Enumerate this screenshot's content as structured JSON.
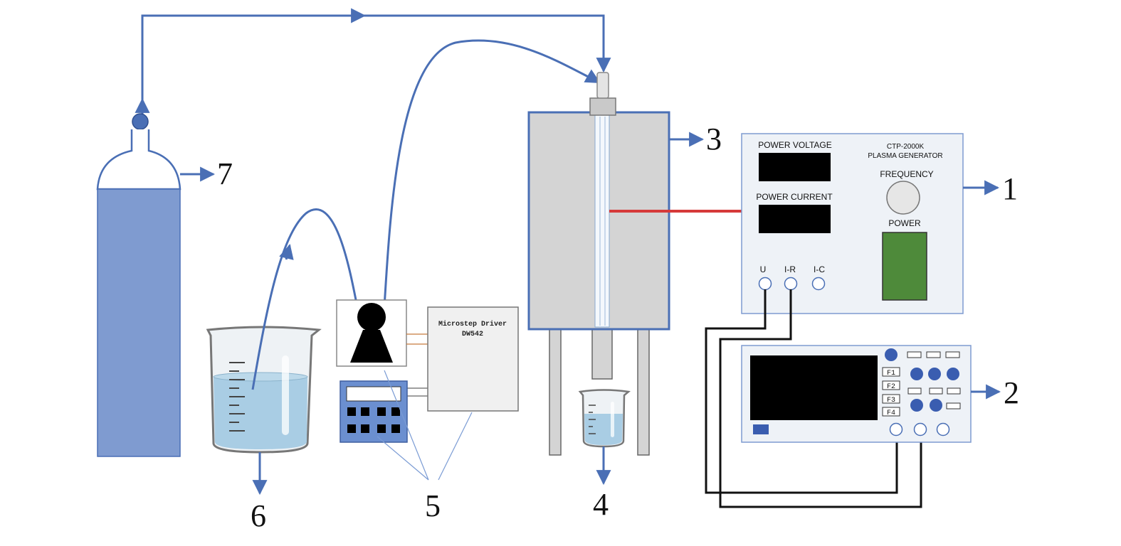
{
  "callouts": {
    "plasma_generator": "1",
    "oscilloscope": "2",
    "reactor": "3",
    "collector_beaker": "4",
    "pump_assembly": "5",
    "feed_beaker": "6",
    "gas_cylinder": "7"
  },
  "generator": {
    "power_voltage": "POWER VOLTAGE",
    "power_current": "POWER CURRENT",
    "model": "CTP-2000K",
    "name": "PLASMA GENERATOR",
    "frequency": "FREQUENCY",
    "power": "POWER",
    "port_u": "U",
    "port_ir": "I-R",
    "port_ic": "I-C"
  },
  "driver": {
    "line1": "Microstep Driver",
    "line2": "DW542"
  },
  "oscilloscope": {
    "keys": [
      "F1",
      "F2",
      "F3",
      "F4"
    ]
  },
  "colors": {
    "tube": "#4a6fb5",
    "cylinder": "#7f9bd0",
    "reactor_gray": "#d4d4d4",
    "water": "#a9cde4",
    "discharge_wire": "#d63a3a",
    "power_green": "#4e8a3a",
    "knob_blue": "#3a5db0"
  }
}
